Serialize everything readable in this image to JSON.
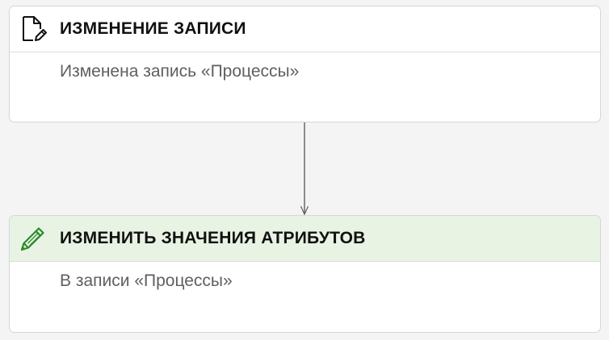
{
  "nodes": [
    {
      "title": "ИЗМЕНЕНИЕ ЗАПИСИ",
      "description": "Изменена запись «Процессы»",
      "icon": "document-edit-icon"
    },
    {
      "title": "ИЗМЕНИТЬ ЗНАЧЕНИЯ АТРИБУТОВ",
      "description": "В записи «Процессы»",
      "icon": "pencil-icon",
      "icon_color": "#2e8a2e",
      "header_color": "#e8f3e4"
    }
  ],
  "colors": {
    "background": "#f4f4f4",
    "card_border": "#d6d6d6",
    "connector": "#555555"
  }
}
